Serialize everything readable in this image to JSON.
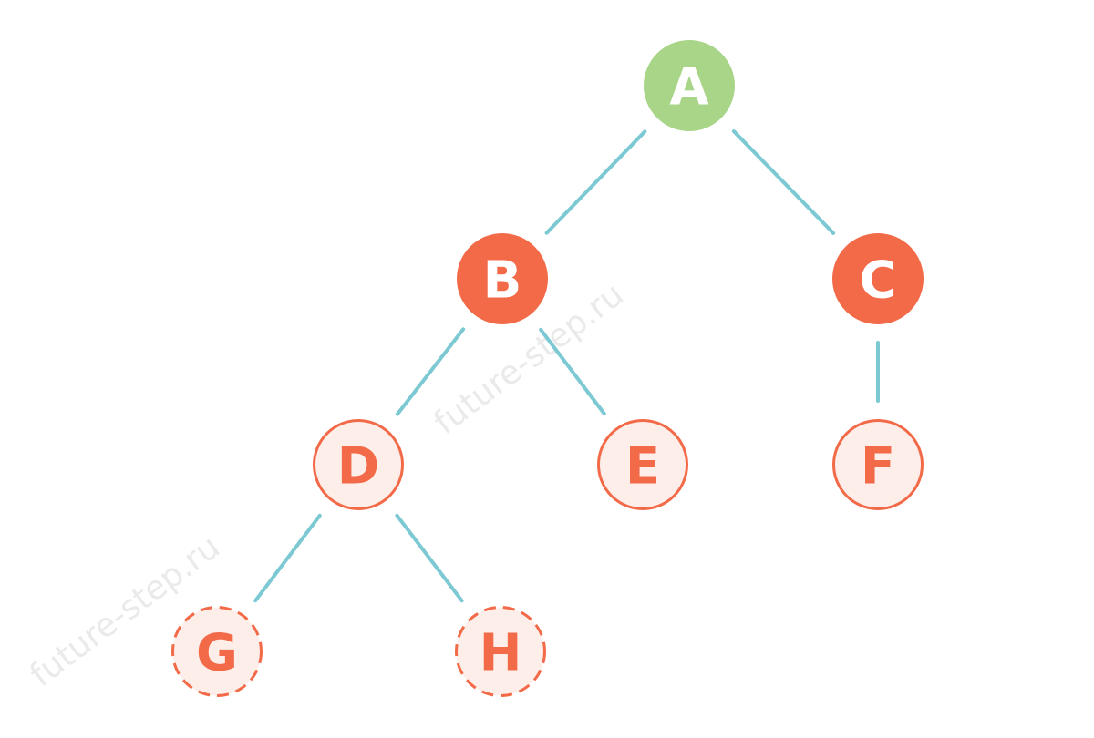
{
  "colors": {
    "root_fill": "#a8d587",
    "solid_fill": "#f26a48",
    "outline_stroke": "#f26a48",
    "outline_fill": "#fdeeea",
    "label_light": "#ffffff",
    "label_dark": "#f26a48",
    "edge": "#7cc9d3"
  },
  "watermark": "future-step.ru",
  "nodes": [
    {
      "id": "A",
      "label": "A",
      "style": "root"
    },
    {
      "id": "B",
      "label": "B",
      "style": "solid"
    },
    {
      "id": "C",
      "label": "C",
      "style": "solid"
    },
    {
      "id": "D",
      "label": "D",
      "style": "outline"
    },
    {
      "id": "E",
      "label": "E",
      "style": "outline"
    },
    {
      "id": "F",
      "label": "F",
      "style": "outline"
    },
    {
      "id": "G",
      "label": "G",
      "style": "dashed"
    },
    {
      "id": "H",
      "label": "H",
      "style": "dashed"
    }
  ],
  "edges": [
    {
      "from": "A",
      "to": "B"
    },
    {
      "from": "A",
      "to": "C"
    },
    {
      "from": "B",
      "to": "D"
    },
    {
      "from": "B",
      "to": "E"
    },
    {
      "from": "C",
      "to": "F"
    },
    {
      "from": "D",
      "to": "G"
    },
    {
      "from": "D",
      "to": "H"
    }
  ]
}
